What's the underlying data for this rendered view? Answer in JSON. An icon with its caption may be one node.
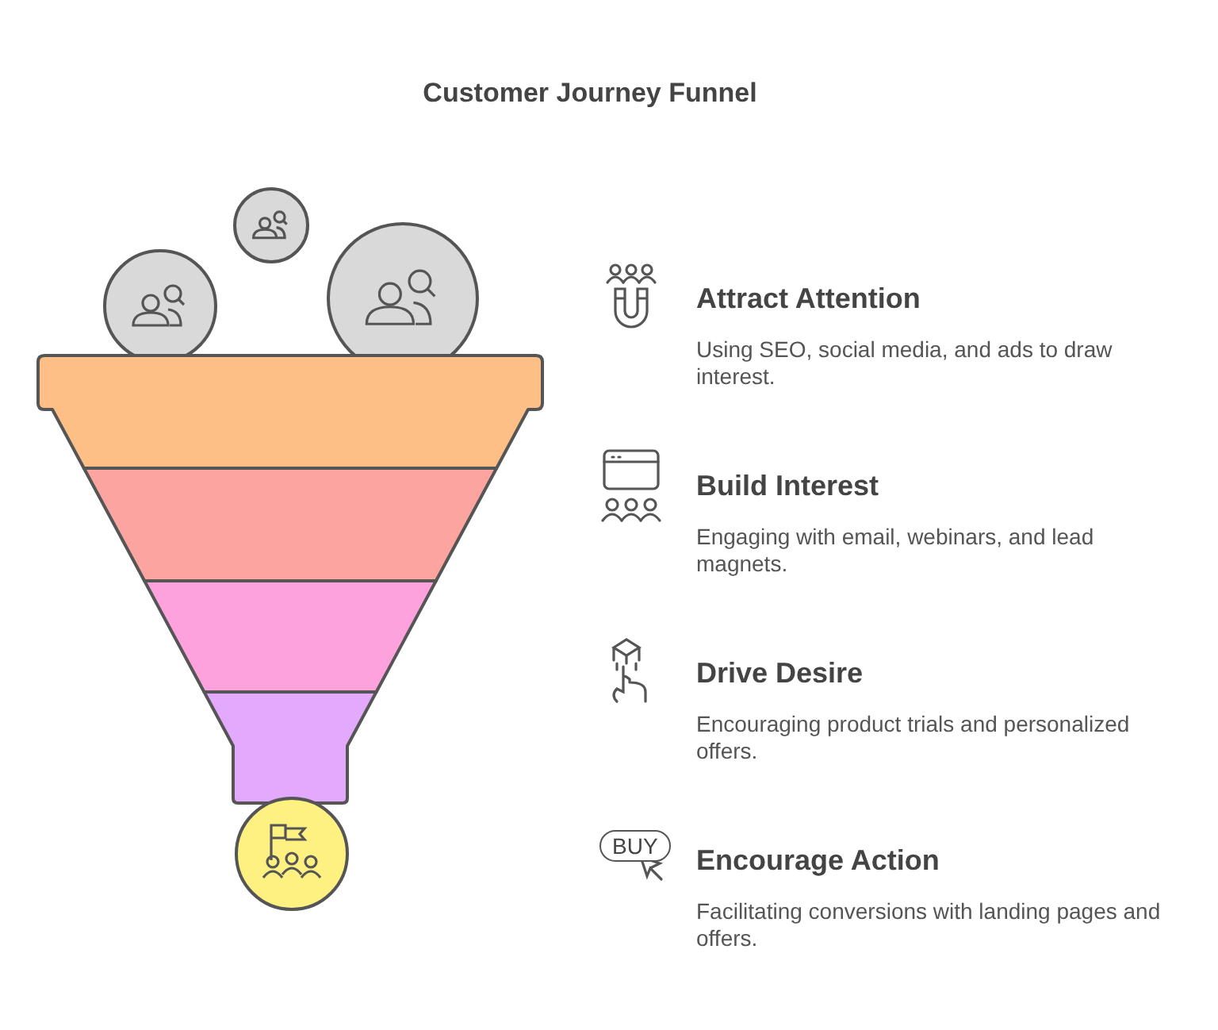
{
  "diagram": {
    "title": "Customer Journey Funnel",
    "labels": [
      "Attract Attention",
      "Using SEO, social media, and ads to draw interest.",
      "Build Interest",
      "Engaging with email, webinars, and lead magnets.",
      "Drive Desire",
      "Encouraging product trials and personalized offers.",
      "BUY",
      "Encourage Action",
      "Facilitating conversions with landing pages and offers."
    ]
  }
}
